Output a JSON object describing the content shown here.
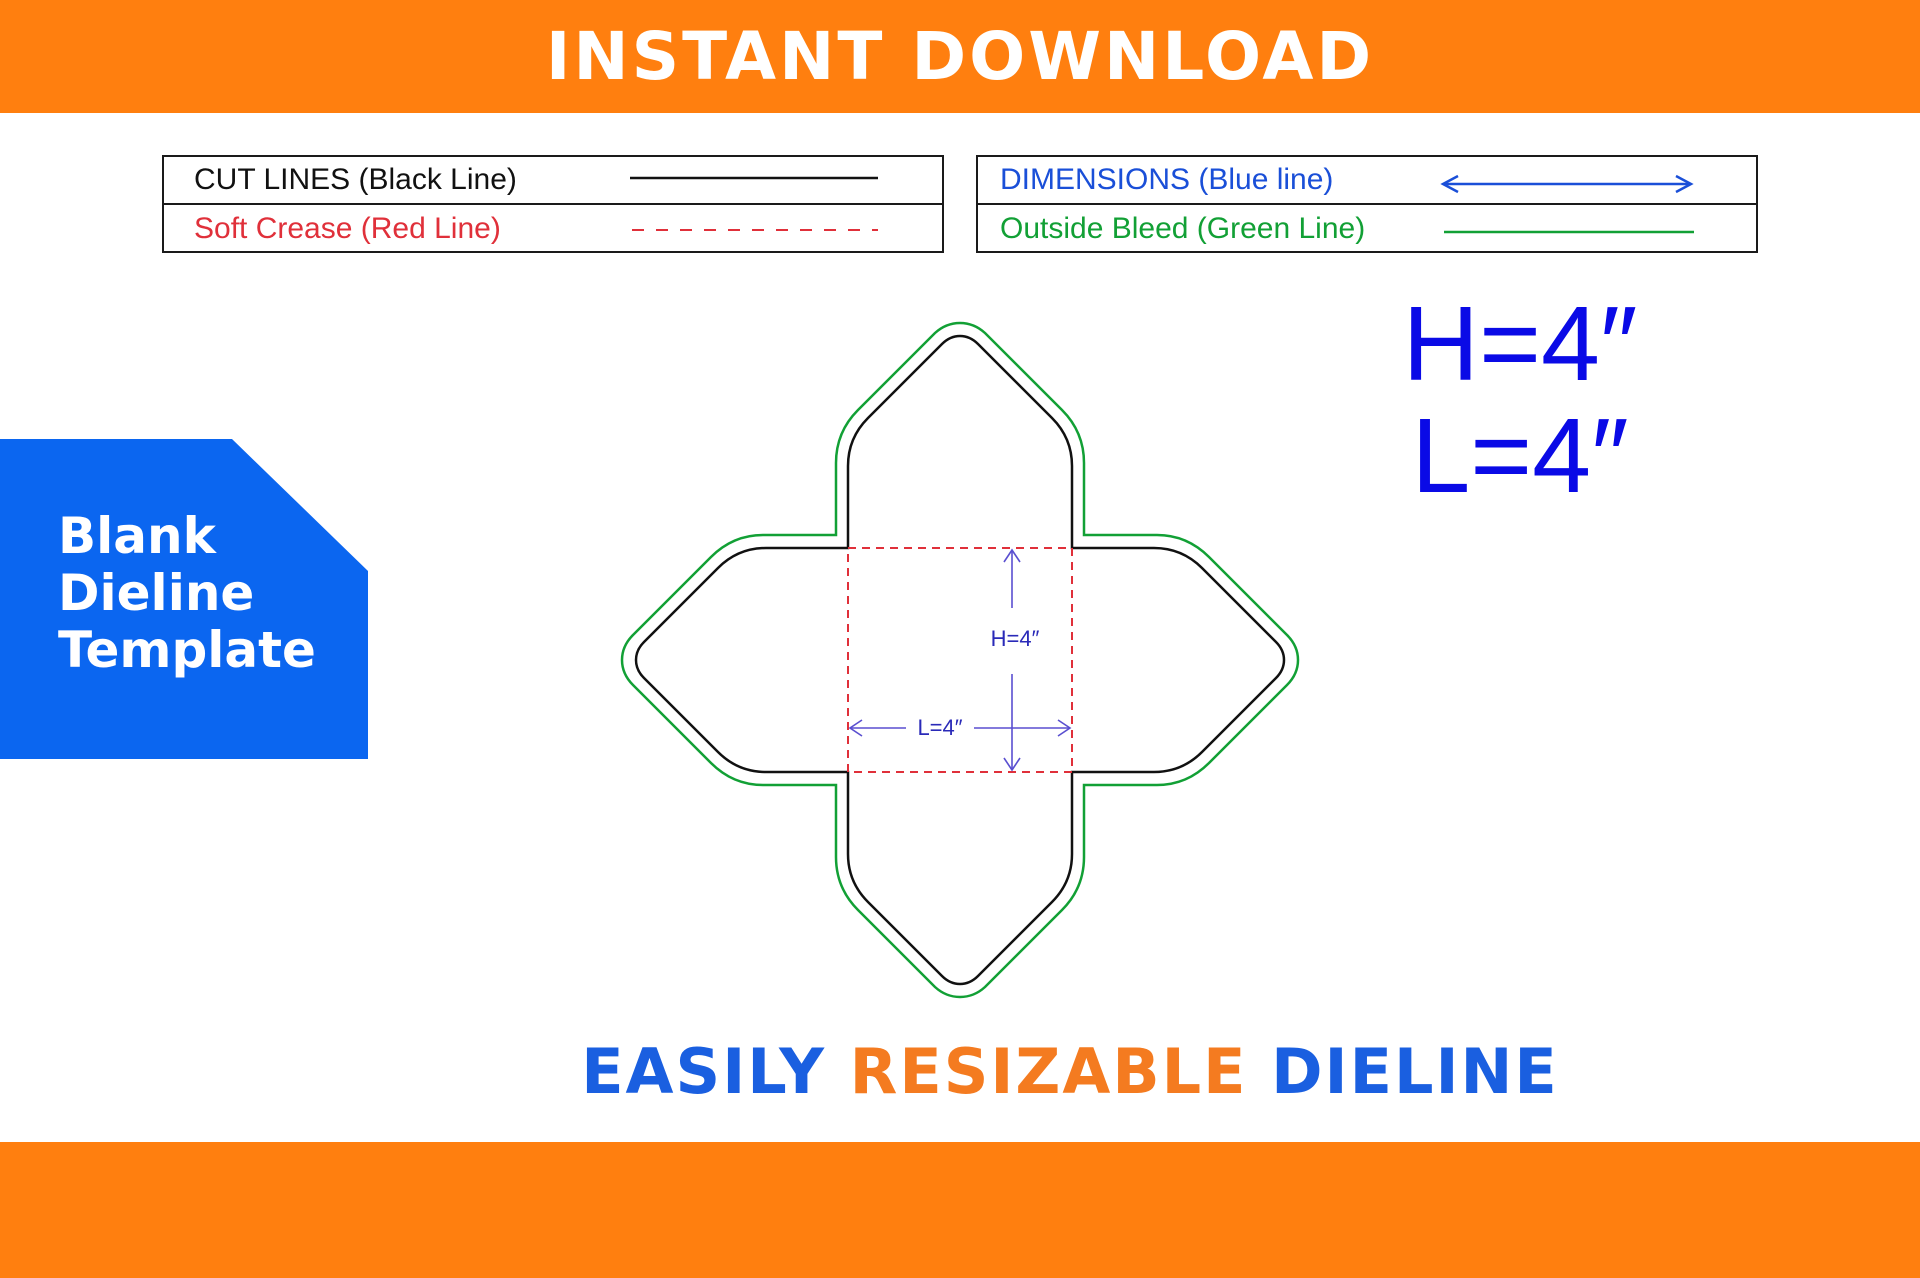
{
  "header": {
    "title": "INSTANT DOWNLOAD"
  },
  "legend": {
    "cut_lines": "CUT LINES (Black Line)",
    "soft_crease": "Soft Crease (Red Line)",
    "dimensions": "DIMENSIONS (Blue line)",
    "outside_bleed": "Outside Bleed (Green Line)"
  },
  "side_tag": {
    "lines": [
      "Blank",
      "Dieline",
      "Template"
    ]
  },
  "dimensions": {
    "height": "H=4″",
    "length": "L=4″"
  },
  "diagram": {
    "height_label": "H=4″",
    "length_label": "L=4″"
  },
  "footer": {
    "word1": "EASILY",
    "word2": "RESIZABLE",
    "word3": "DIELINE"
  },
  "colors": {
    "orange": "#ff7f0f",
    "blue_tag": "#0b66f0",
    "cut": "#111111",
    "crease": "#e0303a",
    "dimension": "#1a4fd8",
    "bleed": "#12a035"
  }
}
